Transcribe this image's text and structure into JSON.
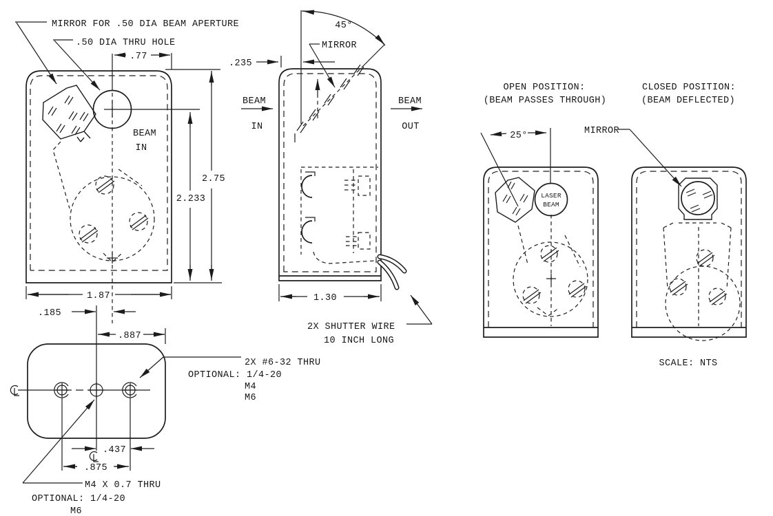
{
  "drawing": {
    "front_view": {
      "note_mirror_aperture": "MIRROR FOR .50 DIA BEAM APERTURE",
      "note_thru_hole": ".50 DIA THRU HOLE",
      "dim_aperture_to_edge": ".77",
      "label_beam": "BEAM",
      "label_in": "IN",
      "dim_total_height": "2.75",
      "dim_aperture_height": "2.233",
      "dim_width": "1.87",
      "dim_center_offset": ".185"
    },
    "side_view": {
      "dim_mirror_to_edge": ".235",
      "dim_mirror_angle": "45°",
      "label_mirror": "MIRROR",
      "label_beam_in_1": "BEAM",
      "label_beam_in_2": "IN",
      "label_beam_out_1": "BEAM",
      "label_beam_out_2": "OUT",
      "dim_width": "1.30",
      "note_wire_1": "2X SHUTTER WIRE",
      "note_wire_2": "10 INCH LONG"
    },
    "bottom_view": {
      "centerline_symbol": "℄",
      "dim_center_to_edge": ".887",
      "dim_hole_half_spacing": ".437",
      "dim_hole_spacing": ".875",
      "note_side_holes_1": "2X #6-32 THRU",
      "note_side_holes_2": "OPTIONAL: 1/4-20",
      "note_side_holes_3": "M4",
      "note_side_holes_4": "M6",
      "note_center_hole_1": "M4 X 0.7 THRU",
      "note_center_hole_2": "OPTIONAL: 1/4-20",
      "note_center_hole_3": "M6"
    },
    "open_view": {
      "title_1": "OPEN POSITION:",
      "title_2": "(BEAM PASSES THROUGH)",
      "dim_angle": "25°",
      "label_laser_1": "LASER",
      "label_laser_2": "BEAM"
    },
    "closed_view": {
      "title_1": "CLOSED POSITION:",
      "title_2": "(BEAM DEFLECTED)",
      "label_mirror": "MIRROR"
    },
    "footer": {
      "scale_note": "SCALE: NTS"
    },
    "colors": {
      "line": "#1c1c1c",
      "background": "#ffffff"
    }
  }
}
